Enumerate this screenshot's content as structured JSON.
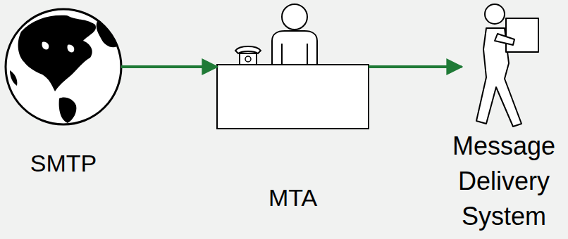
{
  "diagram": {
    "nodes": [
      {
        "text": [
          "SMTP"
        ]
      },
      {
        "text": [
          "MTA"
        ]
      },
      {
        "text": [
          "Message Delivery System"
        ]
      }
    ],
    "edges": [
      {
        "from": 0,
        "to": 1,
        "arrow": "to"
      },
      {
        "from": 1,
        "to": 2,
        "arrow": "to"
      }
    ]
  }
}
